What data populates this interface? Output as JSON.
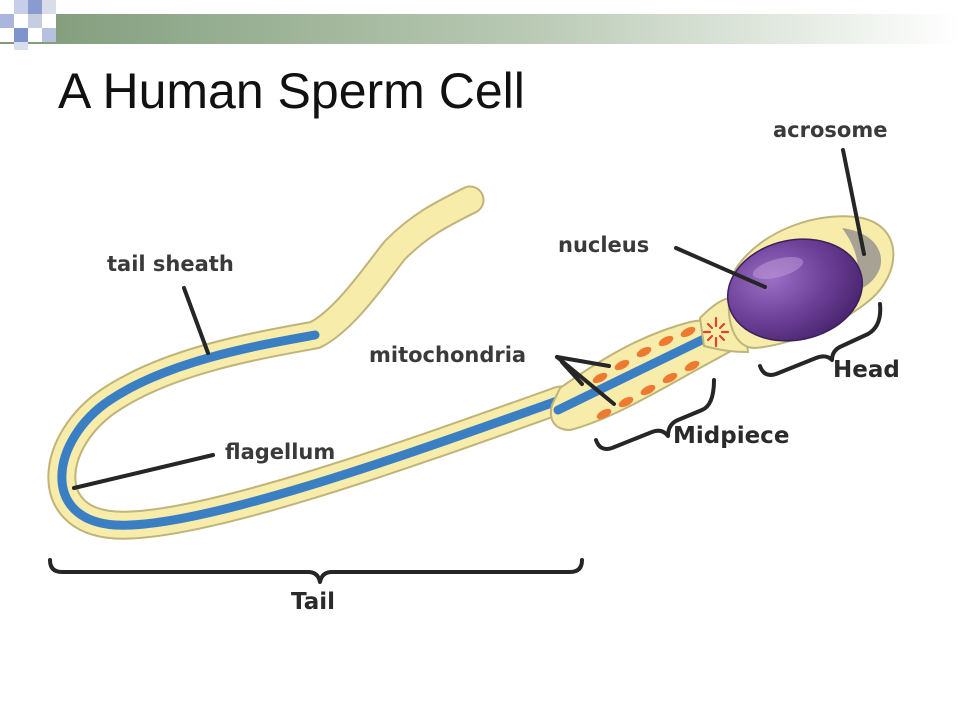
{
  "slide": {
    "title": "A Human Sperm Cell"
  },
  "labels": {
    "acrosome": "acrosome",
    "nucleus": "nucleus",
    "tail_sheath": "tail sheath",
    "mitochondria": "mitochondria",
    "flagellum": "flagellum"
  },
  "sections": {
    "head": "Head",
    "midpiece": "Midpiece",
    "tail": "Tail"
  },
  "colors": {
    "cell_body": "#f7ecaa",
    "cell_outline": "#bfb479",
    "flagellum": "#3a7fc4",
    "nucleus": "#6b3e96",
    "mitochondria": "#ee7a32",
    "acrosome": "#a39e92",
    "leader_lines": "#262626"
  }
}
